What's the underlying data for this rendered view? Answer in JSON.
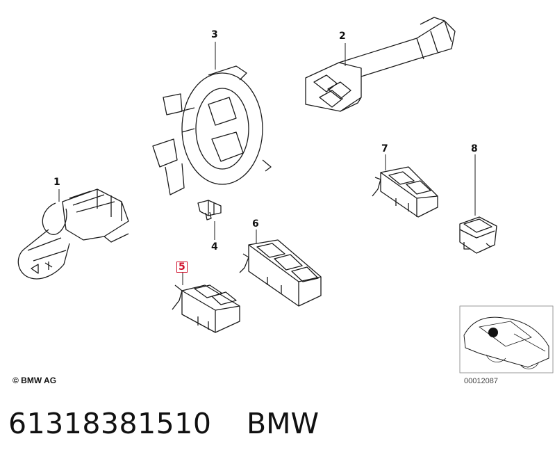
{
  "callouts": [
    {
      "id": "1",
      "label": "1"
    },
    {
      "id": "2",
      "label": "2"
    },
    {
      "id": "3",
      "label": "3"
    },
    {
      "id": "4",
      "label": "4"
    },
    {
      "id": "5",
      "label": "5"
    },
    {
      "id": "6",
      "label": "6"
    },
    {
      "id": "7",
      "label": "7"
    },
    {
      "id": "8",
      "label": "8"
    }
  ],
  "footer": {
    "copyright": "© BMW AG",
    "diagram_code": "00012087"
  },
  "caption": {
    "part_number": "61318381510",
    "brand": "BMW"
  },
  "colors": {
    "line": "#1a1a1a",
    "highlight": "#d0102b",
    "thumbnail_border": "#999999"
  }
}
